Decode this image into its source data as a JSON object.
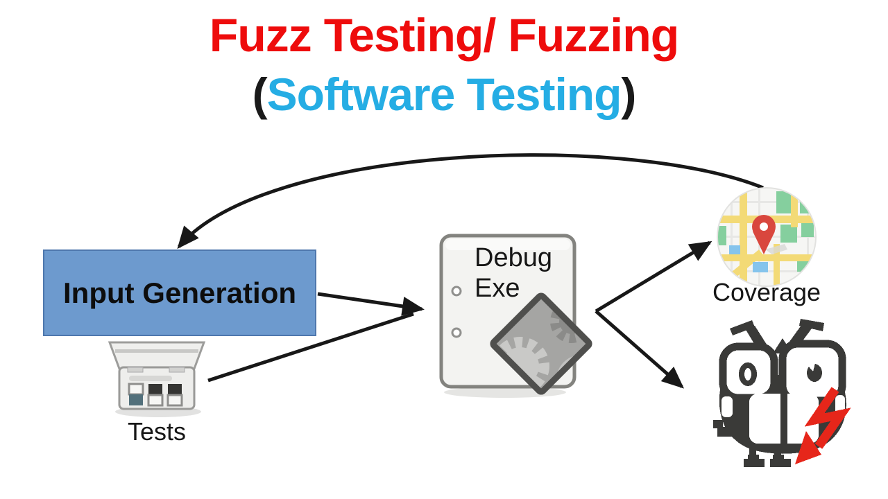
{
  "title": {
    "line1": "Fuzz Testing/ Fuzzing",
    "line2_open": "(",
    "line2_text": "Software Testing",
    "line2_close": ")"
  },
  "nodes": {
    "input_generation": {
      "label": "Input Generation"
    },
    "tests": {
      "label": "Tests",
      "icon": "test-kit-icon"
    },
    "debug_exe": {
      "label_line1": "Debug",
      "label_line2": "Exe",
      "icon": "executable-gears-icon"
    },
    "coverage": {
      "label": "Coverage",
      "icon": "map-location-pin-icon"
    },
    "bug": {
      "icon": "bug-crash-icon"
    }
  },
  "edges": [
    {
      "from": "input-generation",
      "to": "debug-exe",
      "style": "straight-arrow"
    },
    {
      "from": "tests",
      "to": "debug-exe",
      "style": "straight-arrow"
    },
    {
      "from": "debug-exe",
      "to": "coverage",
      "style": "straight-arrow"
    },
    {
      "from": "debug-exe",
      "to": "bug",
      "style": "straight-arrow"
    },
    {
      "from": "coverage",
      "to": "input-generation",
      "style": "curved-feedback-loop"
    }
  ],
  "palette": {
    "title_red": "#ee0c0c",
    "title_cyan": "#25ade4",
    "paren_black": "#1a1a1a",
    "box_fill": "#6d9ace",
    "box_border": "#4e77ad",
    "arrow_black": "#181818",
    "bug_dark": "#3a3a38",
    "bolt_red": "#e6261a",
    "map_green": "#85cf9e",
    "map_yellow": "#f3da76",
    "map_blue": "#85c4ec",
    "pin_red": "#d9473e",
    "switch_slate": "#52707b"
  }
}
